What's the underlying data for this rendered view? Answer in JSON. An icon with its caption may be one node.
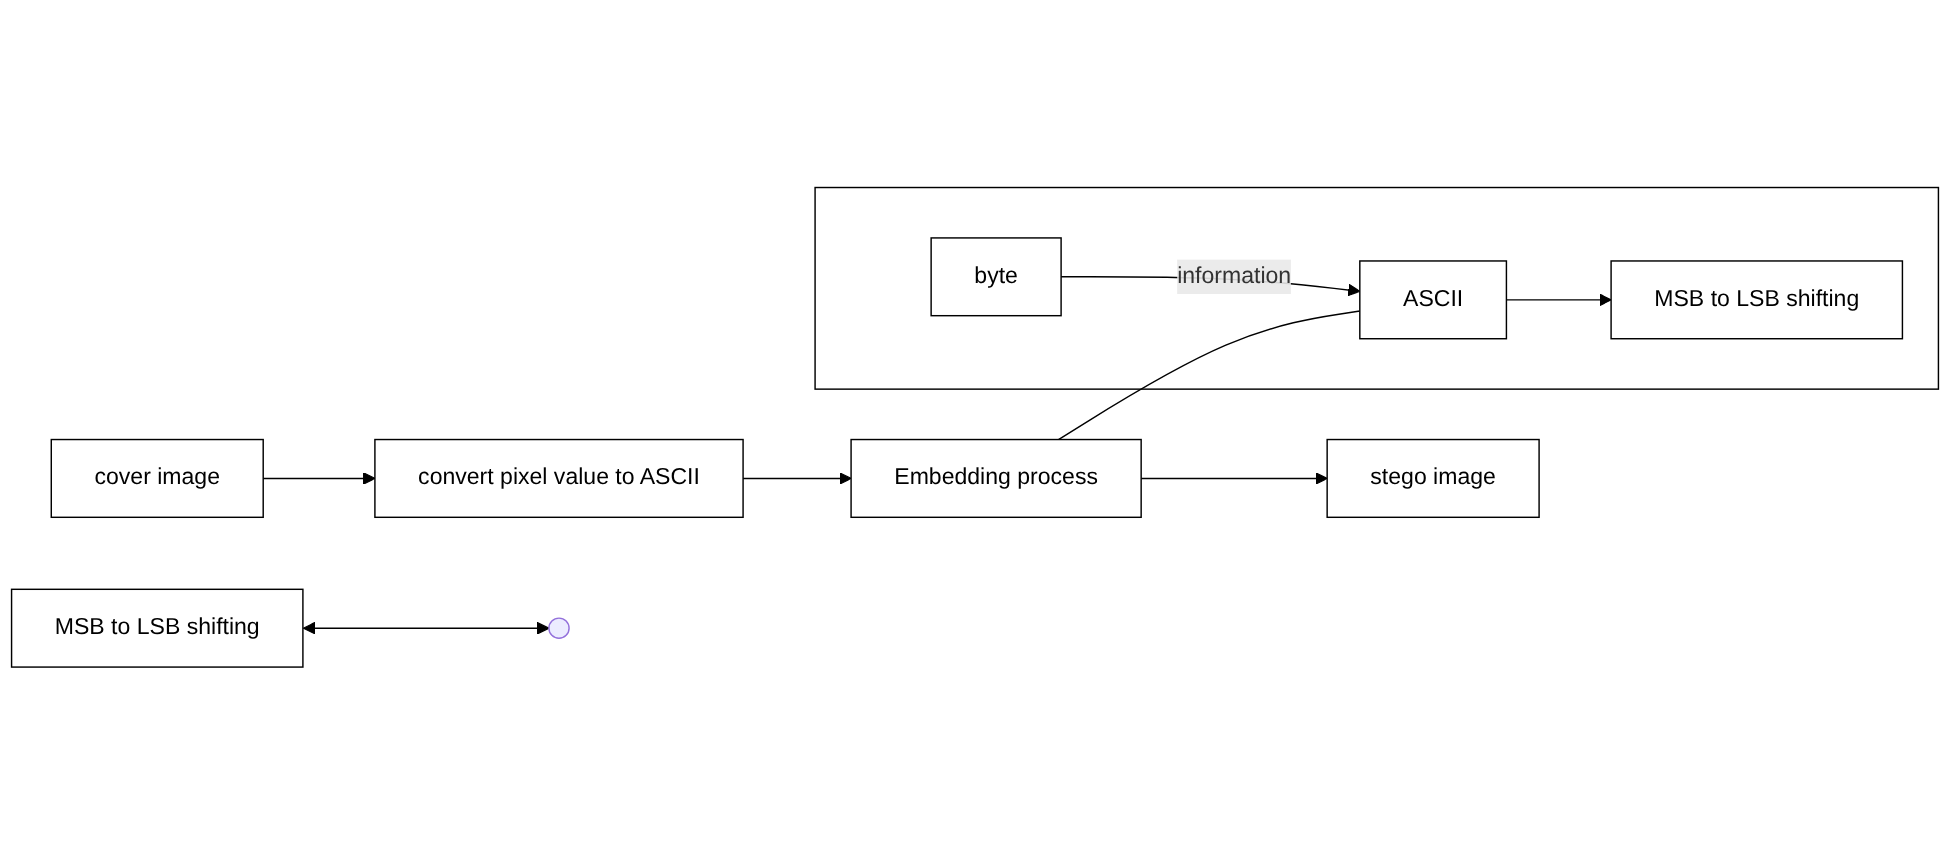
{
  "diagram": {
    "nodes": [
      {
        "text": [
          "cover image"
        ]
      },
      {
        "text": [
          "convert pixel value to ASCII"
        ]
      },
      {
        "text": [
          "Embedding process"
        ]
      },
      {
        "text": [
          "stego image"
        ]
      },
      {
        "text": [
          "MSB to LSB shifting"
        ]
      },
      {
        "text": [],
        "shape": "box"
      },
      {
        "text": [
          "byte"
        ],
        "in": 5
      },
      {
        "text": [
          "ASCII"
        ],
        "in": 5
      },
      {
        "text": [
          "MSB to LSB shifting"
        ],
        "in": 5
      }
    ],
    "edges": [
      {
        "from": 0,
        "to": 1,
        "arrow": "to"
      },
      {
        "from": 1,
        "to": 2,
        "arrow": "to"
      },
      {
        "from": 2,
        "to": 3,
        "arrow": "to"
      },
      {
        "from": 4,
        "to": null,
        "arrow": "both"
      },
      {
        "from": 2,
        "to": 7,
        "arrow": "none"
      },
      {
        "from": 6,
        "to": 7,
        "label": "information",
        "arrow": "to"
      },
      {
        "from": 7,
        "to": 8,
        "arrow": "to"
      }
    ]
  }
}
